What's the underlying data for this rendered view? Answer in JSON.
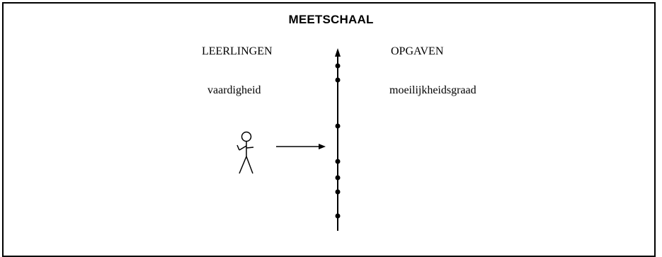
{
  "title": "MEETSCHAAL",
  "left": {
    "heading": "LEERLINGEN",
    "subheading": "vaardigheid"
  },
  "right": {
    "heading": "OPGAVEN",
    "subheading": "moeilijkheidsgraad"
  },
  "icons": {
    "person": "stick-figure-icon",
    "arrow": "right-arrow-icon"
  },
  "colors": {
    "ink": "#000000",
    "background": "#ffffff"
  }
}
